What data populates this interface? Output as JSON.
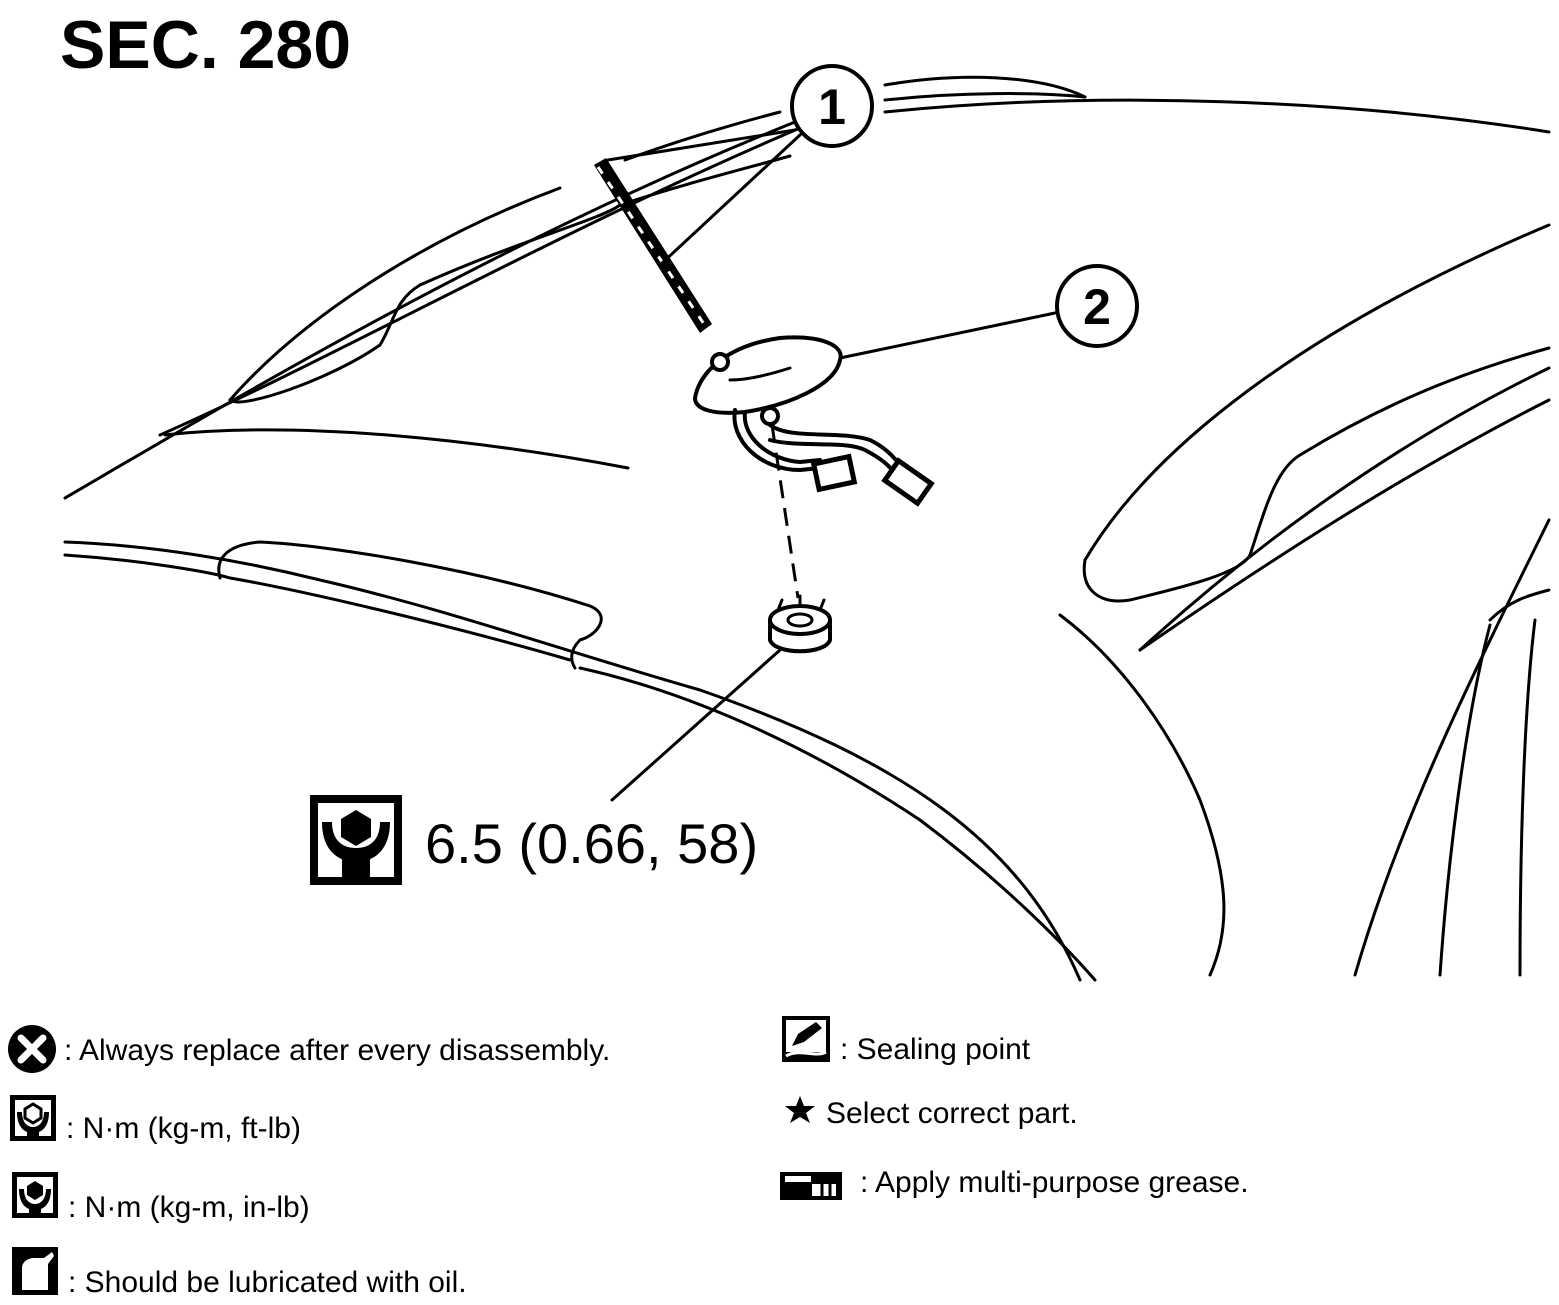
{
  "section": {
    "title": "SEC. 280"
  },
  "callouts": [
    {
      "number": "1"
    },
    {
      "number": "2"
    }
  ],
  "torque": {
    "value": "6.5 (0.66, 58)",
    "icon": "torque-wrench-in-lb-icon"
  },
  "legend": {
    "left": [
      {
        "icon": "x-circle-icon",
        "text": ": Always replace after every disassembly."
      },
      {
        "icon": "torque-wrench-ft-lb-icon",
        "text": ": N·m (kg-m, ft-lb)"
      },
      {
        "icon": "torque-wrench-in-lb-icon",
        "text": ": N·m (kg-m, in-lb)"
      },
      {
        "icon": "oil-can-icon",
        "text": ": Should be lubricated with oil."
      }
    ],
    "right": [
      {
        "icon": "sealing-icon",
        "text": ": Sealing point"
      },
      {
        "icon": "star-icon",
        "text": "Select correct part."
      },
      {
        "icon": "grease-gun-icon",
        "text": ": Apply multi-purpose grease."
      }
    ]
  }
}
